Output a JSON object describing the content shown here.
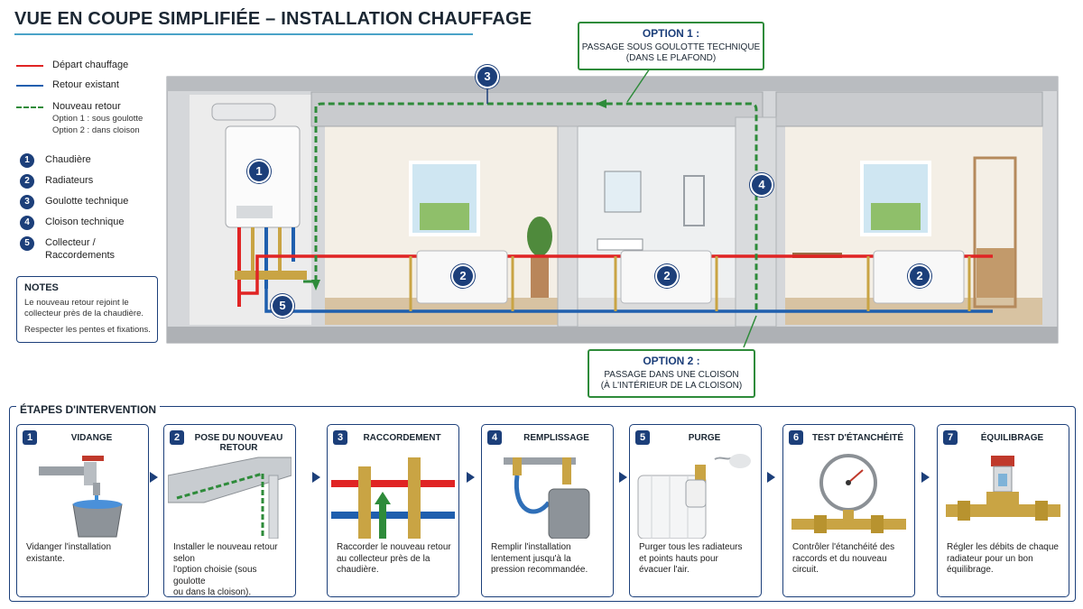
{
  "title": "VUE EN COUPE SIMPLIFIÉE – INSTALLATION CHAUFFAGE",
  "legend": {
    "lines": [
      {
        "label": "Départ chauffage",
        "color": "#e02424",
        "style": "solid"
      },
      {
        "label": "Retour existant",
        "color": "#1f5fae",
        "style": "solid"
      },
      {
        "label": "Nouveau retour",
        "color": "#2e8b3a",
        "style": "dashed",
        "sub": [
          "Option 1 : sous goulotte",
          "Option 2 : dans cloison"
        ]
      }
    ],
    "numbered": [
      {
        "num": "1",
        "label": "Chaudière"
      },
      {
        "num": "2",
        "label": "Radiateurs"
      },
      {
        "num": "3",
        "label": "Goulotte technique"
      },
      {
        "num": "4",
        "label": "Cloison technique"
      },
      {
        "num": "5",
        "label": "Collecteur /",
        "label2": "Raccordements"
      }
    ]
  },
  "notes": {
    "title": "NOTES",
    "lines": [
      "Le nouveau retour rejoint le",
      "collecteur près de la chaudière.",
      "Respecter les pentes et fixations."
    ]
  },
  "option1": {
    "title": "OPTION 1 :",
    "line1": "PASSAGE SOUS GOULOTTE TECHNIQUE",
    "line2": "(DANS LE PLAFOND)"
  },
  "option2": {
    "title": "OPTION 2 :",
    "line1": "PASSAGE DANS UNE CLOISON",
    "line2": "(À L'INTÉRIEUR DE LA CLOISON)"
  },
  "diagram_badges": {
    "boiler": "1",
    "rad1": "2",
    "rad2": "2",
    "rad3": "2",
    "duct": "3",
    "partition": "4",
    "collector": "5"
  },
  "colors": {
    "supply": "#e02424",
    "return": "#1f5fae",
    "new_return": "#2e8b3a",
    "accent": "#1c3f7a"
  },
  "steps_title": "ÉTAPES D'INTERVENTION",
  "steps": [
    {
      "num": "1",
      "title": "VIDANGE",
      "desc": [
        "Vidanger l'installation",
        "existante."
      ]
    },
    {
      "num": "2",
      "title": "POSE DU NOUVEAU RETOUR",
      "desc": [
        "Installer le nouveau retour selon",
        "l'option choisie (sous goulotte",
        "ou dans la cloison)."
      ]
    },
    {
      "num": "3",
      "title": "RACCORDEMENT",
      "desc": [
        "Raccorder le nouveau retour",
        "au collecteur près de la",
        "chaudière."
      ]
    },
    {
      "num": "4",
      "title": "REMPLISSAGE",
      "desc": [
        "Remplir l'installation",
        "lentement jusqu'à la",
        "pression recommandée."
      ]
    },
    {
      "num": "5",
      "title": "PURGE",
      "desc": [
        "Purger tous les radiateurs",
        "et points hauts pour",
        "évacuer l'air."
      ]
    },
    {
      "num": "6",
      "title": "TEST D'ÉTANCHÉITÉ",
      "desc": [
        "Contrôler l'étanchéité des",
        "raccords et du nouveau",
        "circuit."
      ]
    },
    {
      "num": "7",
      "title": "ÉQUILIBRAGE",
      "desc": [
        "Régler les débits de chaque",
        "radiateur pour un bon",
        "équilibrage."
      ]
    }
  ]
}
